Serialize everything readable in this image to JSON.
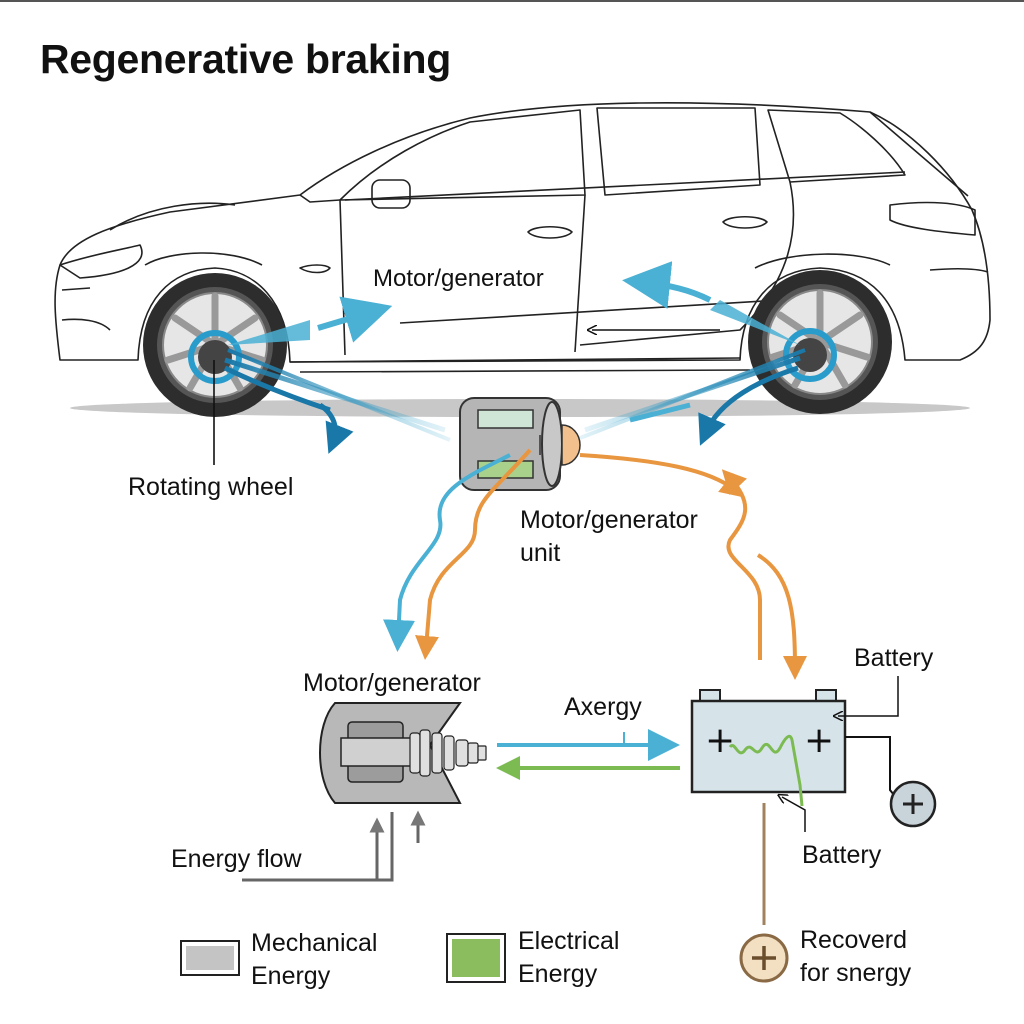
{
  "title": "Regenerative braking",
  "labels": {
    "car_motor_generator": "Motor/generator",
    "rotating_wheel": "Rotating wheel",
    "unit_line1": "Motor/generator",
    "unit_line2": "unit",
    "lower_motor_generator": "Motor/generator",
    "axergy": "Axergy",
    "battery_top": "Battery",
    "battery_bottom": "Battery",
    "energy_flow": "Energy flow",
    "recovered_line1": "Recoverd",
    "recovered_line2": "for snergy"
  },
  "legend": [
    {
      "label_line1": "Mechanical",
      "label_line2": "Energy",
      "color": "#c4c4c4"
    },
    {
      "label_line1": "Electrical",
      "label_line2": "Energy",
      "color": "#8bbd5e"
    }
  ],
  "colors": {
    "mechanical_flow": "#4ab0d4",
    "mechanical_flow_dark": "#1a78a8",
    "thermal_flow": "#e8963f",
    "electrical_flow": "#7cbb52",
    "battery_fill": "#d6e4ea",
    "motor_fill": "#b8b8b8",
    "ground_shadow": "#c8c8c8"
  },
  "icons": {
    "battery_terminal_symbol": "+",
    "plus_circle_symbol": "+"
  }
}
